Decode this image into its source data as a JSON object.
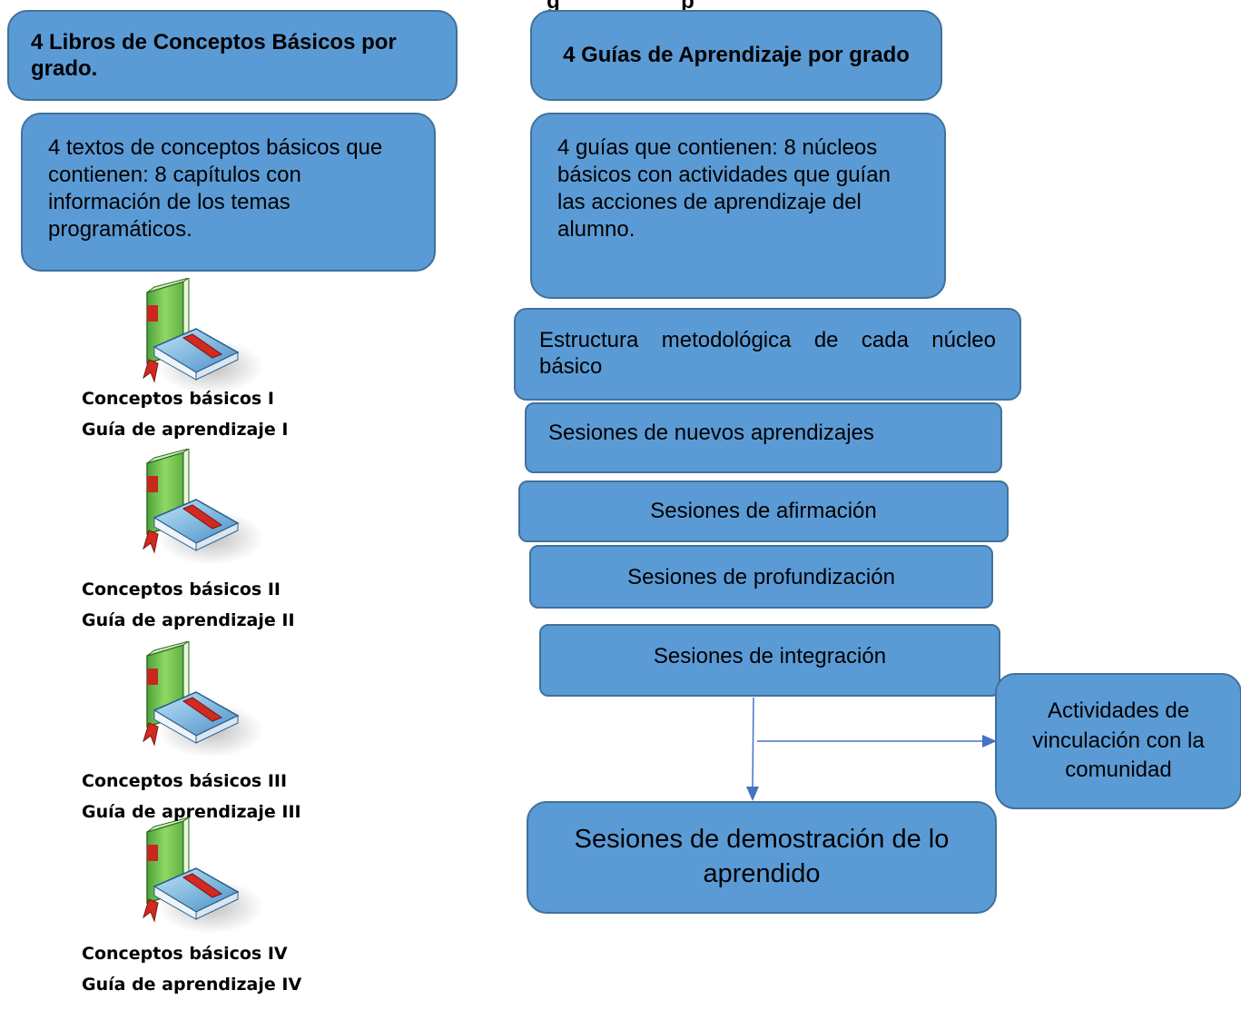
{
  "title_fragment": "g                    p",
  "left_header": "4 Libros de Conceptos Básicos por grado.",
  "left_desc": "4 textos de conceptos básicos que contienen: 8 capítulos con información de los temas programáticos.",
  "right_header": "4 Guías de Aprendizaje por grado",
  "right_desc": "4 guías que contienen: 8 núcleos básicos con actividades que guían las acciones de aprendizaje del alumno.",
  "structure_box": "Estructura metodológica de cada núcleo básico",
  "session_new": "Sesiones de nuevos aprendizajes",
  "session_affirm": "Sesiones de afirmación",
  "session_deep": "Sesiones de profundización",
  "session_integration": "Sesiones de integración",
  "community_box": "Actividades de vinculación con la comunidad",
  "demo_box": "Sesiones de demostración de lo aprendido",
  "books": [
    {
      "concept": "Conceptos básicos I",
      "guide": "Guía de aprendizaje I"
    },
    {
      "concept": "Conceptos básicos II",
      "guide": "Guía de aprendizaje II"
    },
    {
      "concept": "Conceptos básicos III",
      "guide": "Guía de aprendizaje III"
    },
    {
      "concept": "Conceptos básicos IV",
      "guide": "Guía de aprendizaje IV"
    }
  ],
  "colors": {
    "box_fill": "#5b9bd5",
    "box_border": "#41719c",
    "arrow": "#4472c4"
  }
}
